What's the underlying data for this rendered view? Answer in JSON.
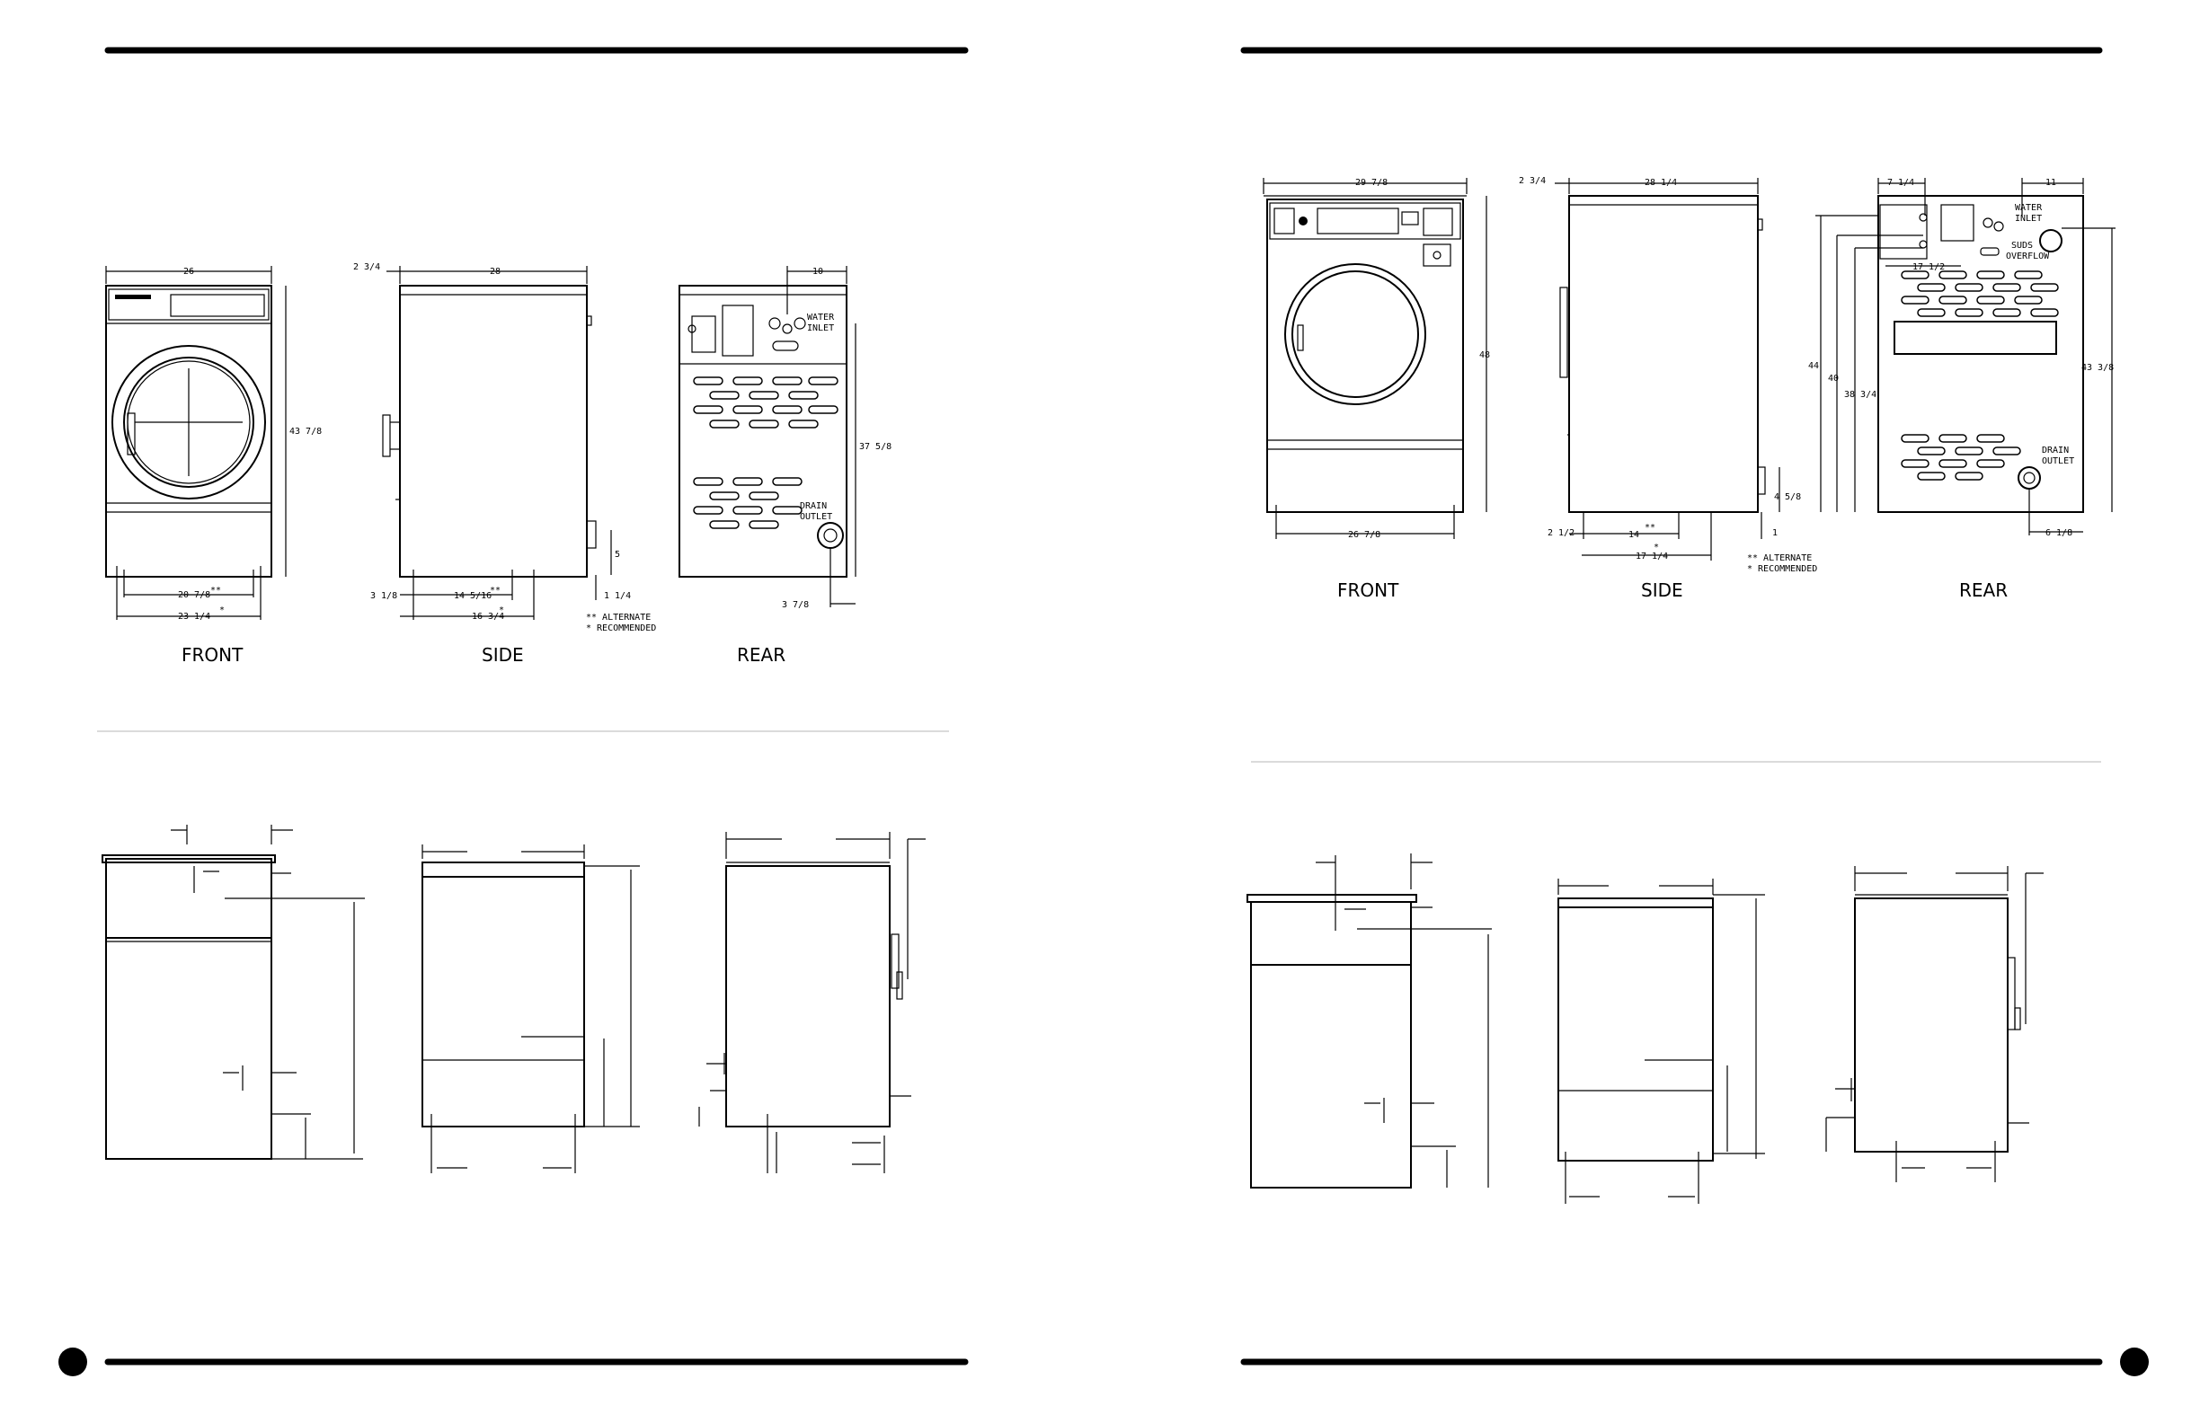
{
  "colors": {
    "ink": "#000000",
    "separator": "#cfcfcf",
    "paper": "#ffffff"
  },
  "left_page": {
    "views": {
      "front": "FRONT",
      "side": "SIDE",
      "rear": "REAR"
    },
    "front_dims": {
      "width_top": "26",
      "height": "43 7/8",
      "base1": "20 7/8",
      "base1_mark": "**",
      "base2": "23 1/4",
      "base2_mark": "*"
    },
    "side_dims": {
      "top_left": "2 3/4",
      "depth": "28",
      "foot": "3 1/8",
      "alt": "14 5/16",
      "alt_mark": "**",
      "rec": "16 3/4",
      "rec_mark": "*",
      "back": "1 1/4",
      "drain_h": "5"
    },
    "rear_dims": {
      "inlet_offset": "10",
      "inlet_label_1": "WATER",
      "inlet_label_2": "INLET",
      "height": "37 5/8",
      "drain_label_1": "DRAIN",
      "drain_label_2": "OUTLET",
      "drain_offset": "3 7/8"
    },
    "legend": {
      "alt": "** ALTERNATE",
      "rec": "* RECOMMENDED"
    }
  },
  "right_page": {
    "views": {
      "front": "FRONT",
      "side": "SIDE",
      "rear": "REAR"
    },
    "front_dims": {
      "width_top": "29 7/8",
      "height": "48",
      "base": "26 7/8"
    },
    "side_dims": {
      "top_left": "2 3/4",
      "depth": "28 1/4",
      "foot": "2 1/2",
      "alt": "14",
      "alt_mark": "**",
      "rec": "17 1/4",
      "rec_mark": "*",
      "back": "1",
      "drain_h": "4 5/8"
    },
    "rear_dims": {
      "left_offset": "7 1/4",
      "right_offset": "11",
      "inlet_label_1": "WATER",
      "inlet_label_2": "INLET",
      "suds_label_1": "SUDS",
      "suds_label_2": "OVERFLOW",
      "mid": "17 1/2",
      "h44": "44",
      "h40": "40",
      "h38": "38 3/4",
      "h43": "43 3/8",
      "drain_label_1": "DRAIN",
      "drain_label_2": "OUTLET",
      "drain_offset": "6 1/8"
    },
    "legend": {
      "alt": "** ALTERNATE",
      "rec": "* RECOMMENDED"
    }
  }
}
